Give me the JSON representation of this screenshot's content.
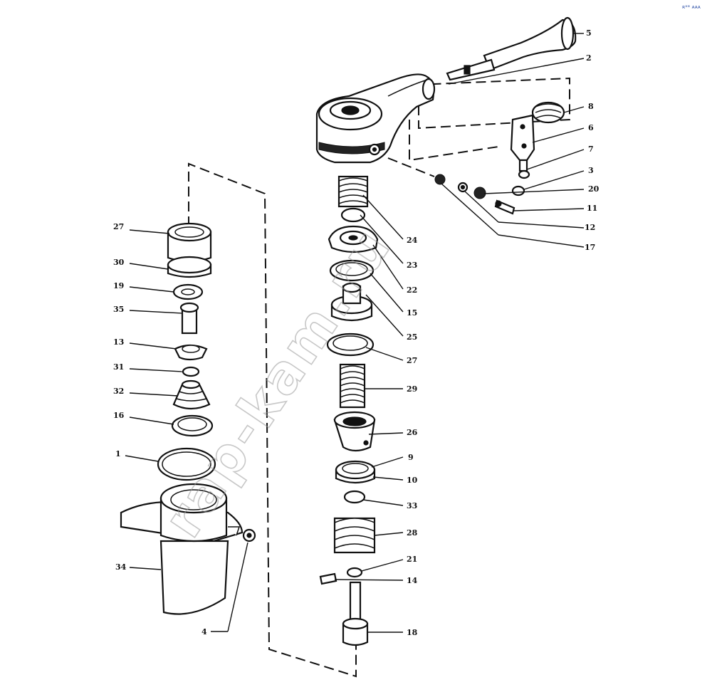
{
  "watermark": "rap-kam.ru",
  "corner_mark": "ʀ** ᴀᴀᴀ",
  "callouts": [
    {
      "id": "c5",
      "text": "5"
    },
    {
      "id": "c2",
      "text": "2"
    },
    {
      "id": "c8",
      "text": "8"
    },
    {
      "id": "c6",
      "text": "6"
    },
    {
      "id": "c7",
      "text": "7"
    },
    {
      "id": "c3",
      "text": "3"
    },
    {
      "id": "c20",
      "text": "20"
    },
    {
      "id": "c11",
      "text": "11"
    },
    {
      "id": "c12",
      "text": "12"
    },
    {
      "id": "c17",
      "text": "17"
    },
    {
      "id": "c24",
      "text": "24"
    },
    {
      "id": "c23",
      "text": "23"
    },
    {
      "id": "c22",
      "text": "22"
    },
    {
      "id": "c15",
      "text": "15"
    },
    {
      "id": "c25",
      "text": "25"
    },
    {
      "id": "c27b",
      "text": "27"
    },
    {
      "id": "c29",
      "text": "29"
    },
    {
      "id": "c26",
      "text": "26"
    },
    {
      "id": "c9",
      "text": "9"
    },
    {
      "id": "c10",
      "text": "10"
    },
    {
      "id": "c33",
      "text": "33"
    },
    {
      "id": "c28",
      "text": "28"
    },
    {
      "id": "c21",
      "text": "21"
    },
    {
      "id": "c14",
      "text": "14"
    },
    {
      "id": "c18",
      "text": "18"
    },
    {
      "id": "c27a",
      "text": "27"
    },
    {
      "id": "c30",
      "text": "30"
    },
    {
      "id": "c19",
      "text": "19"
    },
    {
      "id": "c35",
      "text": "35"
    },
    {
      "id": "c13",
      "text": "13"
    },
    {
      "id": "c31",
      "text": "31"
    },
    {
      "id": "c32",
      "text": "32"
    },
    {
      "id": "c16",
      "text": "16"
    },
    {
      "id": "c1",
      "text": "1"
    },
    {
      "id": "c34",
      "text": "34"
    },
    {
      "id": "c4",
      "text": "4"
    }
  ]
}
